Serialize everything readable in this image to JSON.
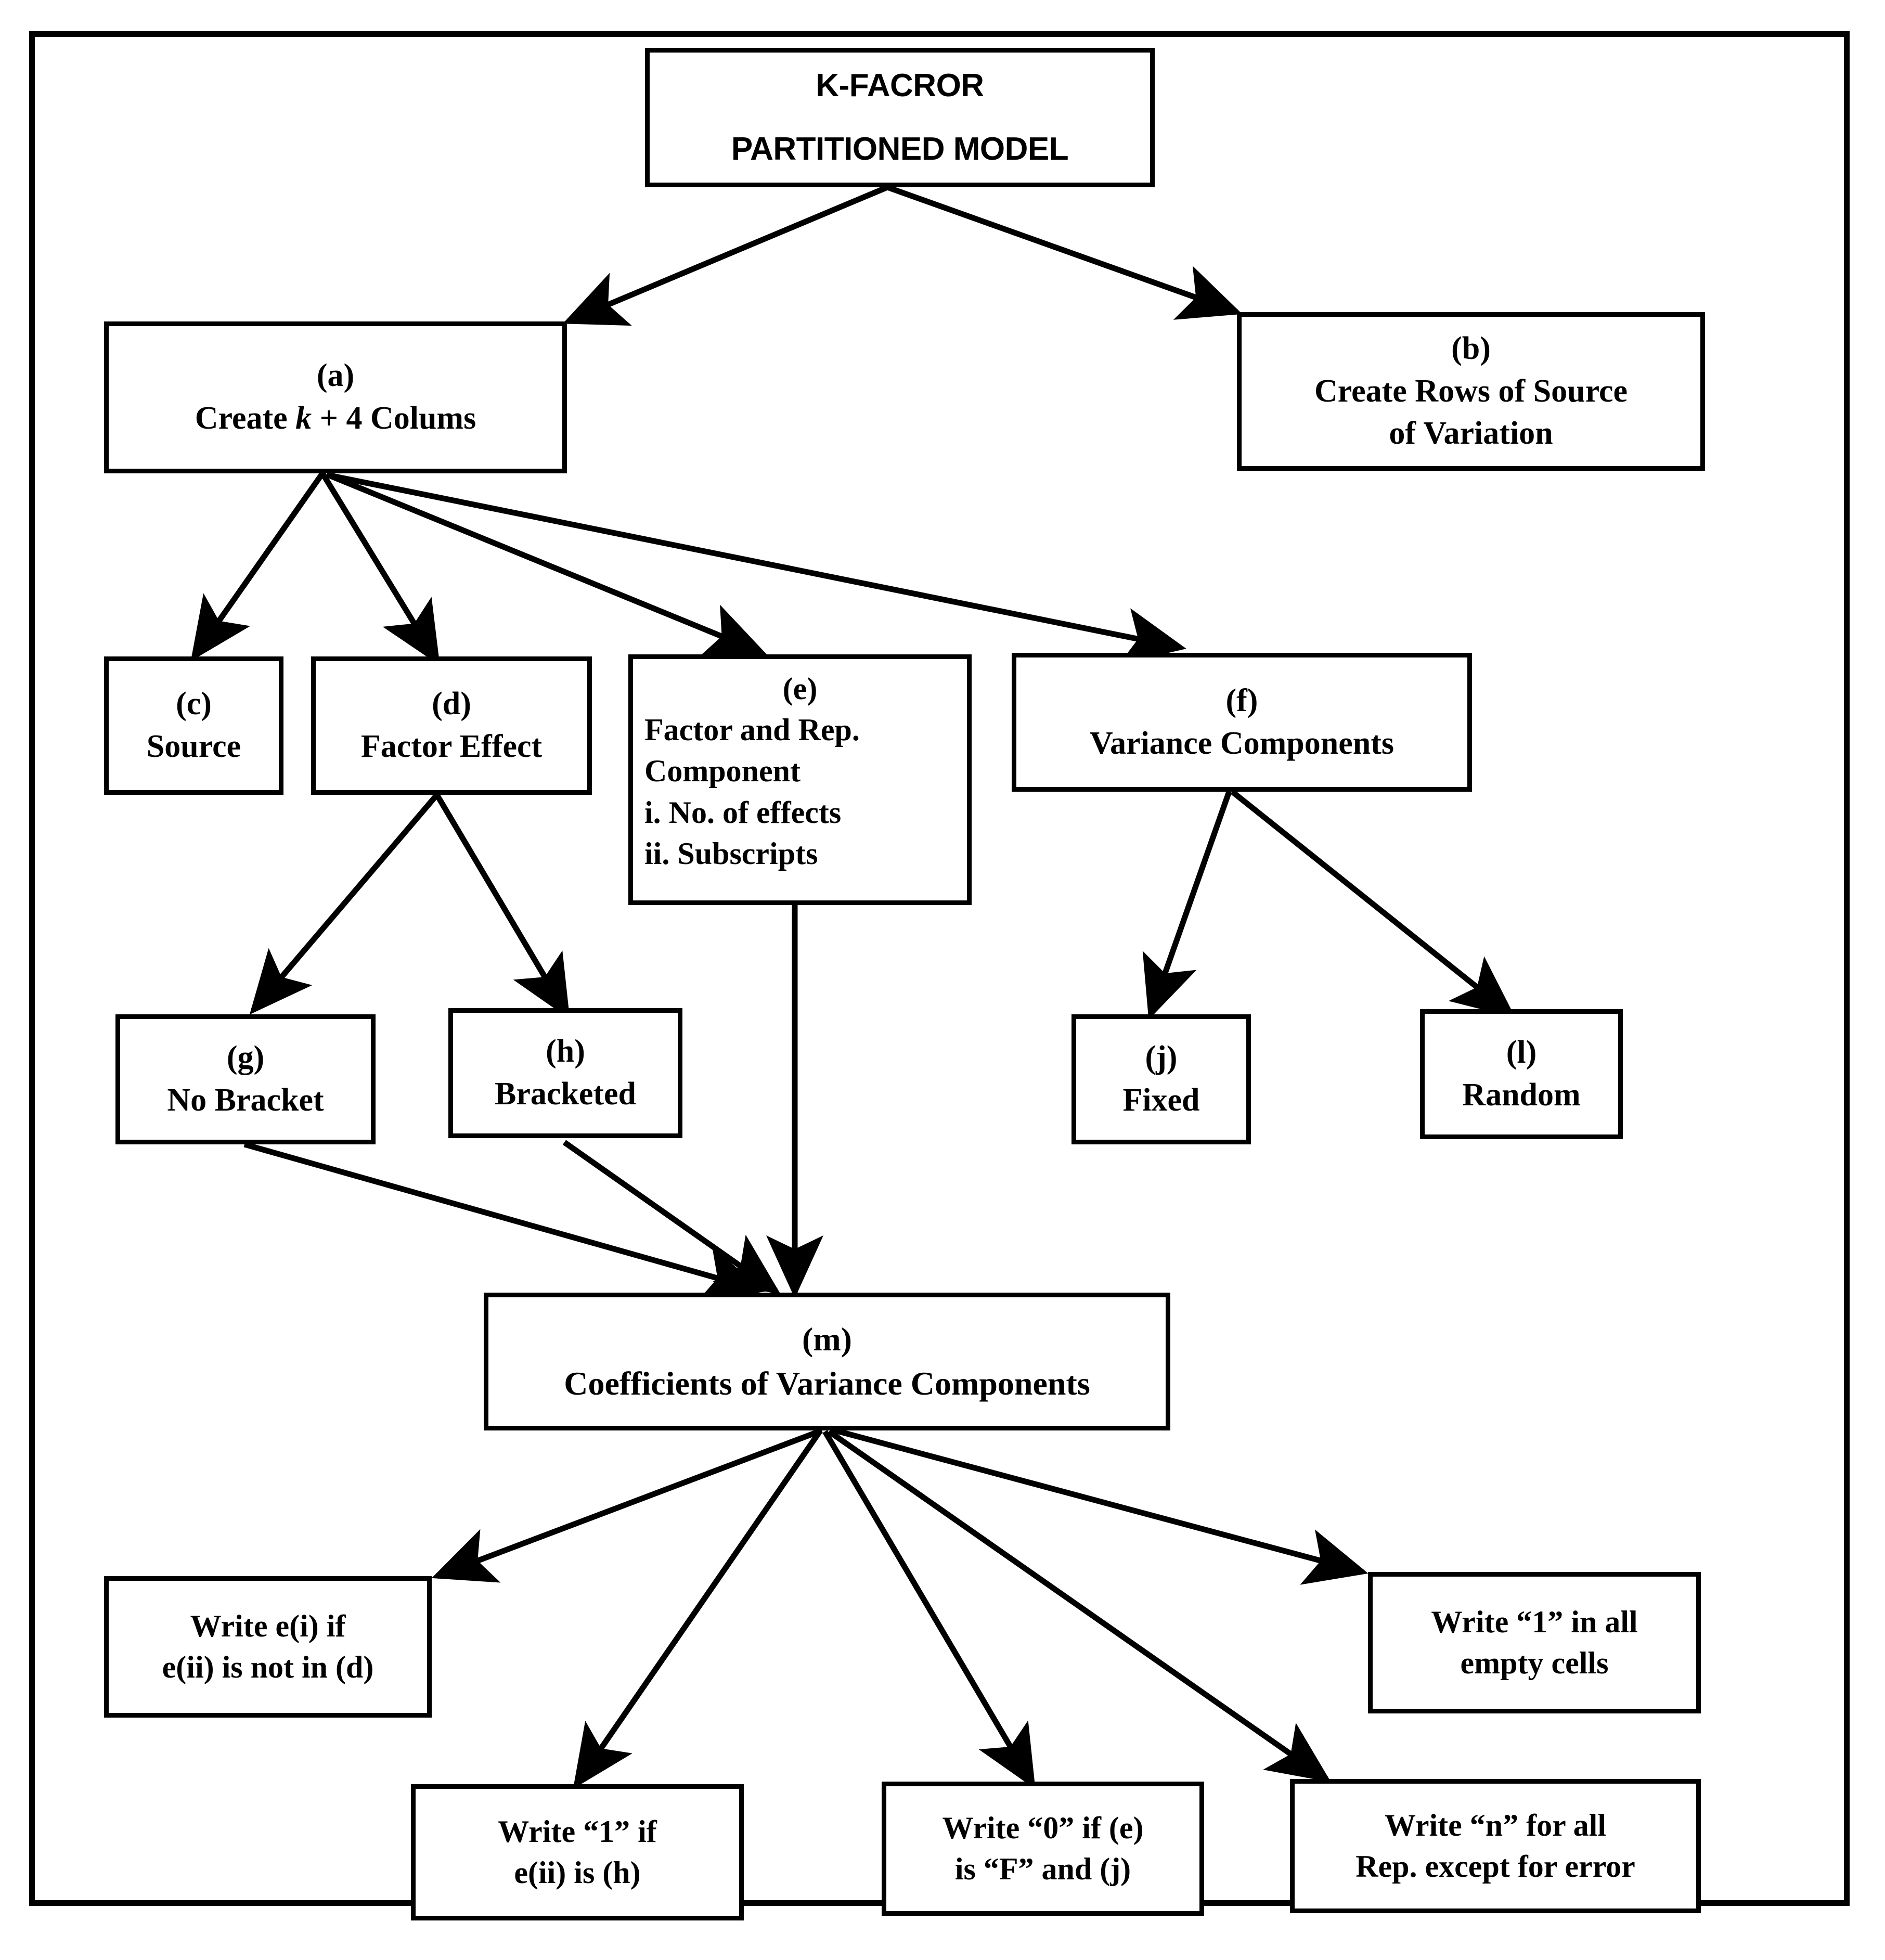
{
  "diagram": {
    "title_node": {
      "id": "root",
      "lines": [
        "K-FACROR",
        "PARTITIONED MODEL"
      ]
    },
    "nodes": [
      {
        "id": "a",
        "tag": "(a)",
        "lines": [
          "Create k + 4 Colums"
        ]
      },
      {
        "id": "b",
        "tag": "(b)",
        "lines": [
          "Create Rows of Source",
          "of Variation"
        ]
      },
      {
        "id": "c",
        "tag": "(c)",
        "lines": [
          "Source"
        ]
      },
      {
        "id": "d",
        "tag": "(d)",
        "lines": [
          "Factor Effect"
        ]
      },
      {
        "id": "e",
        "tag": "(e)",
        "lines": [
          "Factor and Rep.",
          "Component",
          "i. No. of effects",
          "ii. Subscripts"
        ]
      },
      {
        "id": "f",
        "tag": "(f)",
        "lines": [
          "Variance Components"
        ]
      },
      {
        "id": "g",
        "tag": "(g)",
        "lines": [
          "No Bracket"
        ]
      },
      {
        "id": "h",
        "tag": "(h)",
        "lines": [
          "Bracketed"
        ]
      },
      {
        "id": "j",
        "tag": "(j)",
        "lines": [
          "Fixed"
        ]
      },
      {
        "id": "l",
        "tag": "(l)",
        "lines": [
          "Random"
        ]
      },
      {
        "id": "m",
        "tag": "(m)",
        "lines": [
          "Coefficients of Variance Components"
        ]
      },
      {
        "id": "leaf1",
        "tag": "",
        "lines": [
          "Write e(i) if",
          "e(ii) is not in (d)"
        ]
      },
      {
        "id": "leaf2",
        "tag": "",
        "lines": [
          "Write “1” in all",
          "empty cells"
        ]
      },
      {
        "id": "leaf3",
        "tag": "",
        "lines": [
          "Write “1” if",
          "e(ii) is (h)"
        ]
      },
      {
        "id": "leaf4",
        "tag": "",
        "lines": [
          "Write “0” if (e)",
          "is “F” and (j)"
        ]
      },
      {
        "id": "leaf5",
        "tag": "",
        "lines": [
          "Write “n” for all",
          "Rep. except for error"
        ]
      }
    ],
    "edges": [
      {
        "from": "root",
        "to": "a"
      },
      {
        "from": "root",
        "to": "b"
      },
      {
        "from": "a",
        "to": "c"
      },
      {
        "from": "a",
        "to": "d"
      },
      {
        "from": "a",
        "to": "e"
      },
      {
        "from": "a",
        "to": "f"
      },
      {
        "from": "d",
        "to": "g"
      },
      {
        "from": "d",
        "to": "h"
      },
      {
        "from": "f",
        "to": "j"
      },
      {
        "from": "f",
        "to": "l"
      },
      {
        "from": "e",
        "to": "m"
      },
      {
        "from": "g",
        "to": "m"
      },
      {
        "from": "h",
        "to": "m"
      },
      {
        "from": "m",
        "to": "leaf1"
      },
      {
        "from": "m",
        "to": "leaf2"
      },
      {
        "from": "m",
        "to": "leaf3"
      },
      {
        "from": "m",
        "to": "leaf4"
      },
      {
        "from": "m",
        "to": "leaf5"
      }
    ],
    "colors": {
      "stroke": "#000000",
      "fill": "#ffffff",
      "text": "#000000"
    }
  }
}
